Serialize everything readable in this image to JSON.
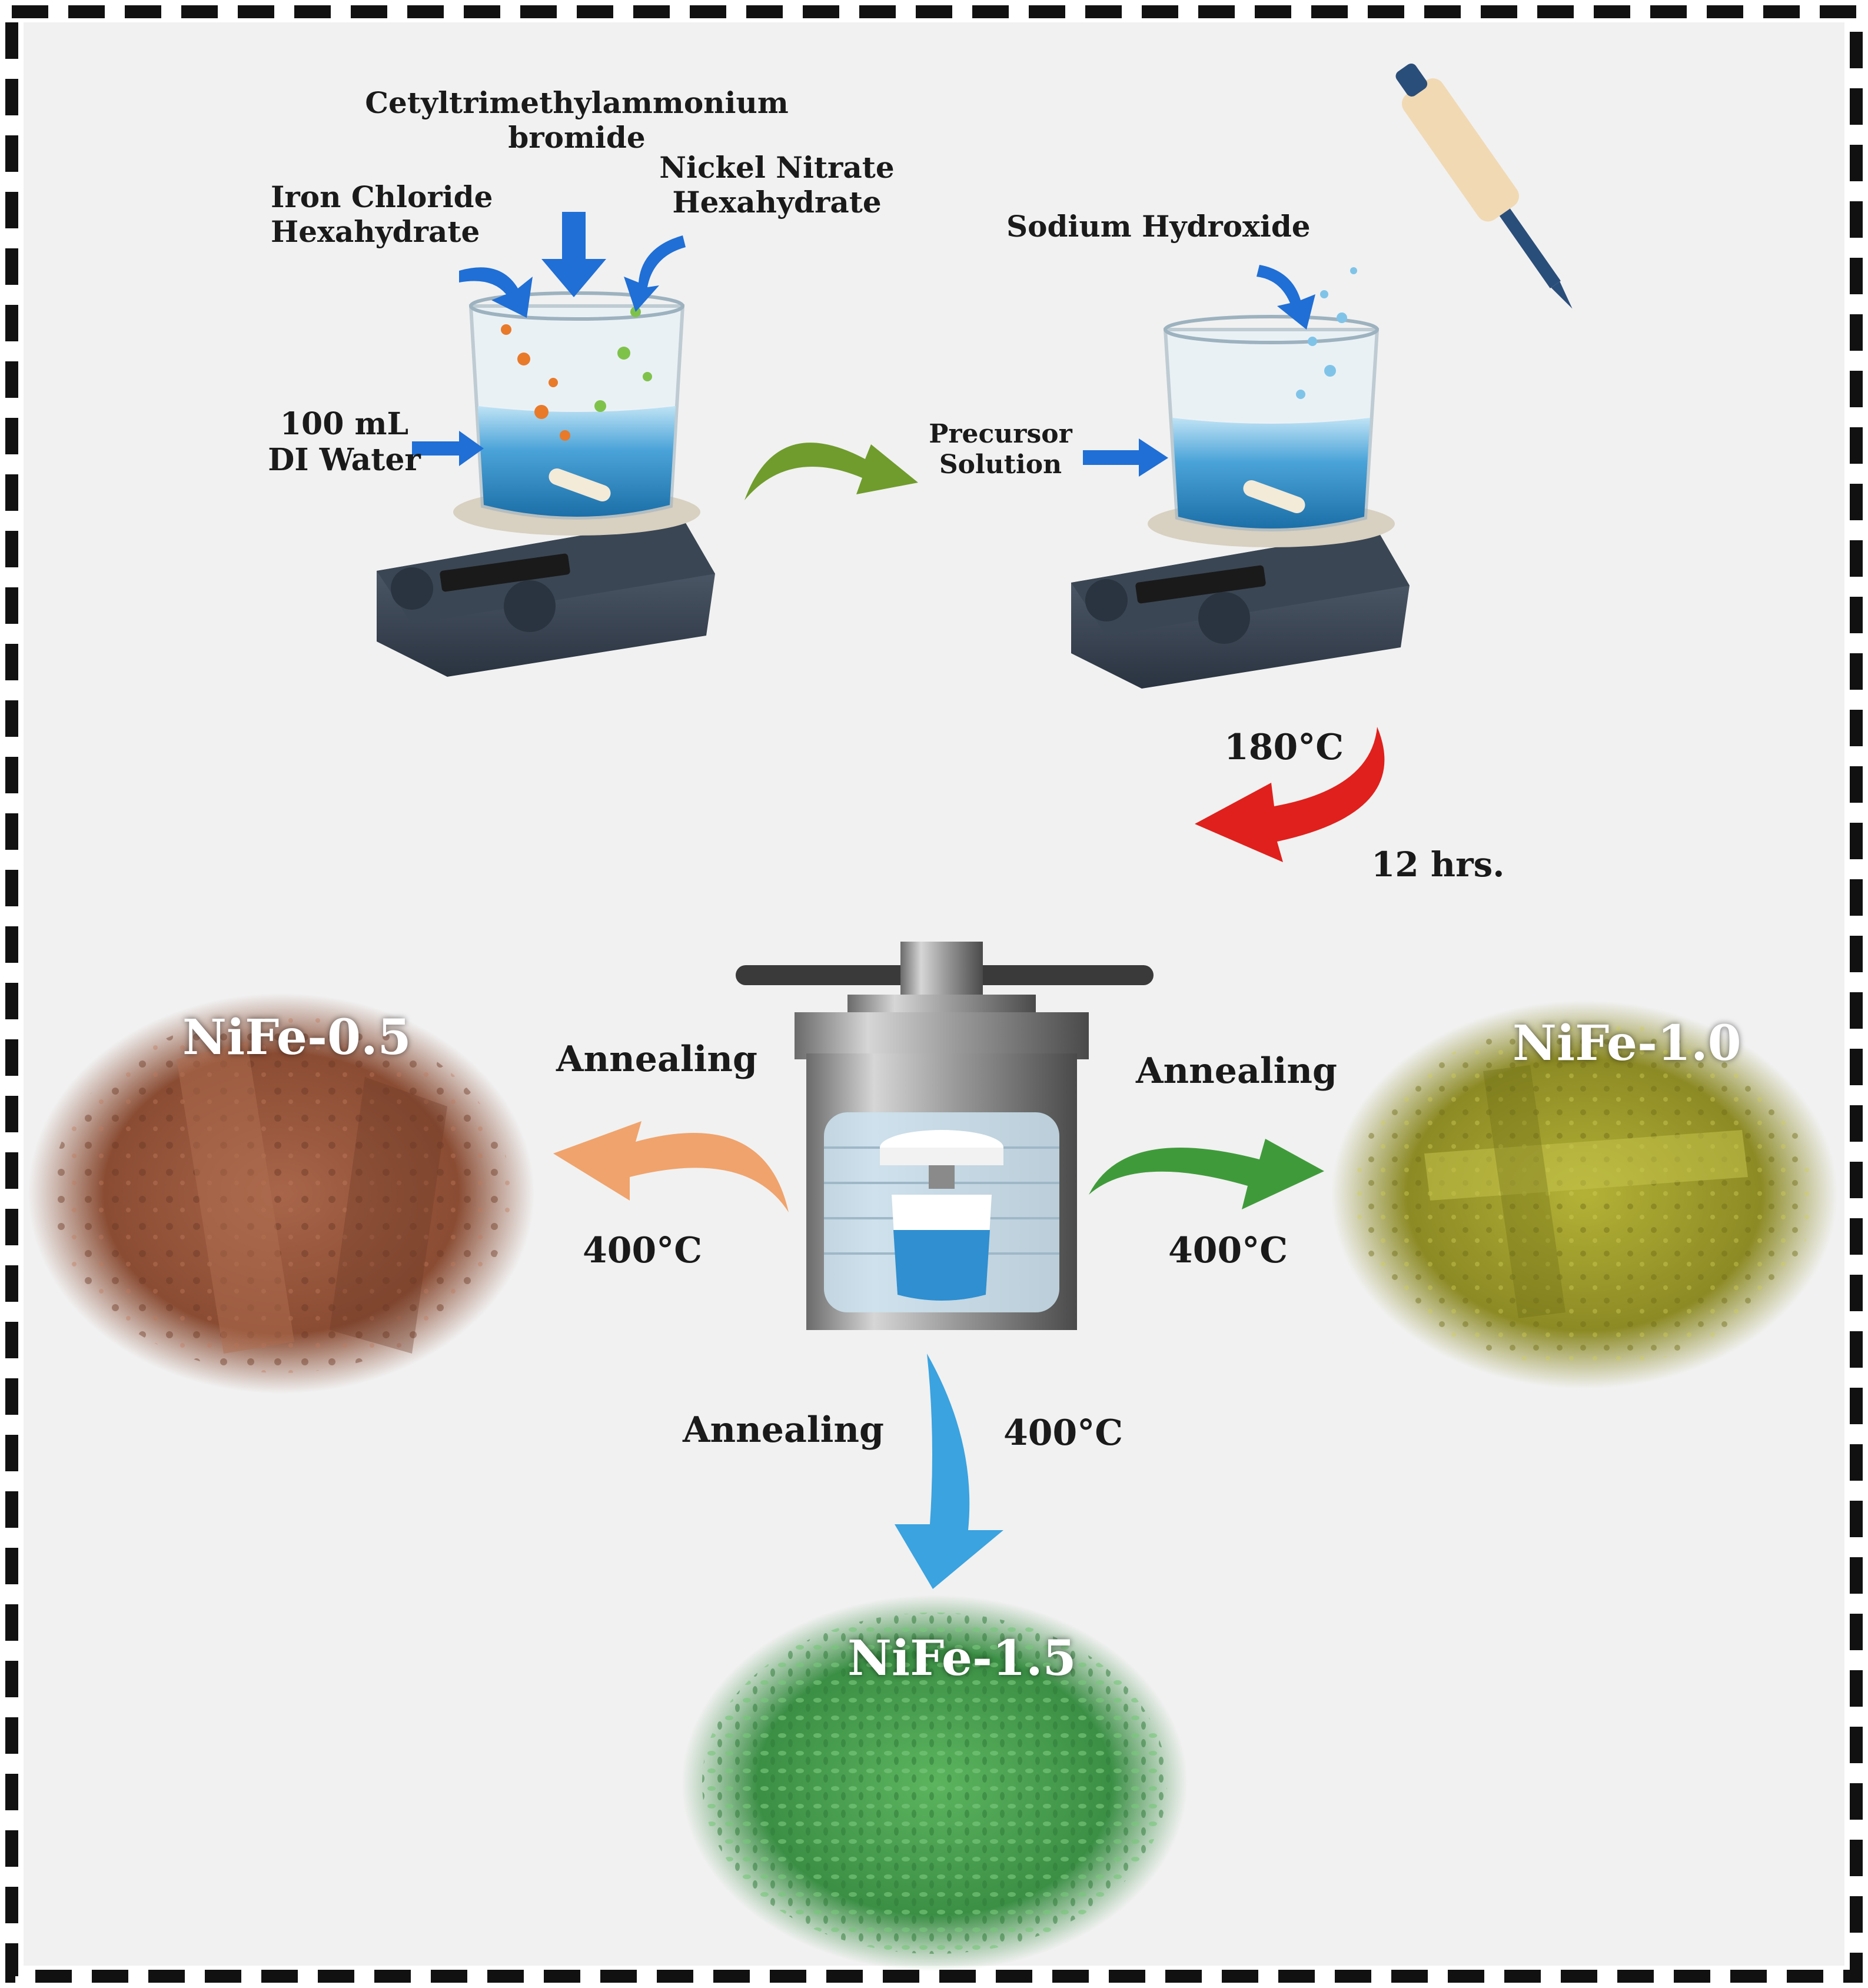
{
  "reagents": {
    "ctab_line1": "Cetyltrimethylammonium",
    "ctab_line2": "bromide",
    "nickel_line1": "Nickel Nitrate",
    "nickel_line2": "Hexahydrate",
    "iron_line1": "Iron Chloride",
    "iron_line2": "Hexahydrate",
    "water_line1": "100 mL",
    "water_line2": "DI Water",
    "naoh": "Sodium Hydroxide",
    "precursor_line1": "Precursor",
    "precursor_line2": "Solution"
  },
  "hydrothermal": {
    "temperature": "180°C",
    "duration": "12 hrs."
  },
  "annealing": {
    "left_label": "Annealing",
    "left_temp": "400°C",
    "right_label": "Annealing",
    "right_temp": "400°C",
    "bottom_label": "Annealing",
    "bottom_temp": "400°C"
  },
  "products": {
    "left": "NiFe-0.5",
    "right": "NiFe-1.0",
    "bottom": "NiFe-1.5"
  },
  "colors": {
    "background": "#f1f1f1",
    "frame": "#111111",
    "blue_arrow": "#1f6fd6",
    "green_arrow": "#6f9c2c",
    "red_arrow": "#e0201c",
    "orange_arrow": "#f0a36c",
    "green_right_arrow": "#3f9b3a",
    "cyan_arrow": "#3aa3e0",
    "sem_brown": "#9a5a3c",
    "sem_olive": "#9c9a2c",
    "sem_green": "#3f9a4a",
    "solution_blue": "#2f8fd0"
  }
}
